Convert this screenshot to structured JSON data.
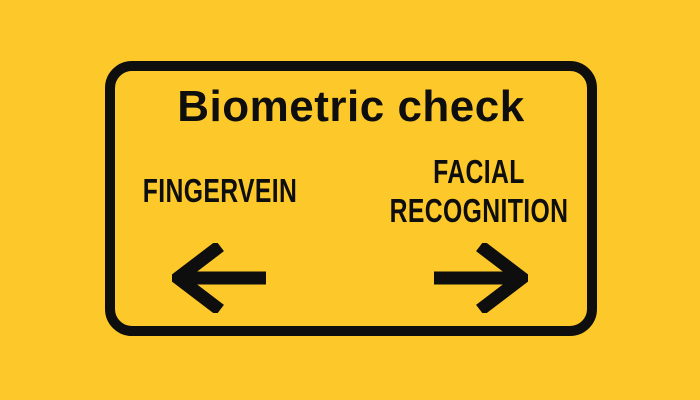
{
  "colors": {
    "background": "#fcc82a",
    "sign_fill": "#fcc82a",
    "ink": "#0e0e0e"
  },
  "sign": {
    "title": "Biometric check",
    "options": [
      {
        "label": "FINGERVEIN",
        "direction": "left",
        "icon": "arrow-left-icon"
      },
      {
        "label": "FACIAL RECOGNITION",
        "direction": "right",
        "icon": "arrow-right-icon"
      }
    ]
  }
}
